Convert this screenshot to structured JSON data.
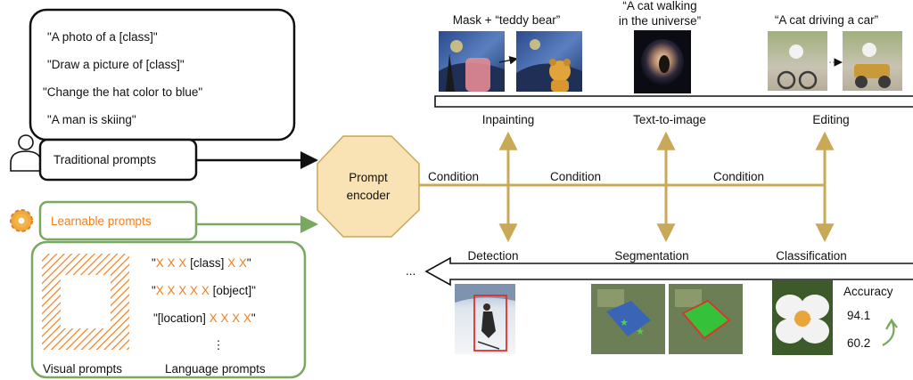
{
  "traditional": {
    "prompts": [
      "\"A photo of a [class]\"",
      "\"Draw a picture of [class]\"",
      "\"Change the hat color to blue\"",
      "\"A man is skiing\""
    ],
    "label": "Traditional prompts"
  },
  "learnable": {
    "label": "Learnable prompts",
    "visual_label": "Visual prompts",
    "language_label": "Language prompts",
    "ellipsis": "⋮",
    "language_prompts": [
      {
        "pre": "\"",
        "pre_x": "X X X",
        "mid": " [class] ",
        "post_x": "X X",
        "post": "\""
      },
      {
        "pre": "\"",
        "pre_x": "X X X X X",
        "mid": " [object]\"",
        "post_x": "",
        "post": ""
      },
      {
        "pre": "\"[location] ",
        "pre_x": "",
        "mid": "",
        "post_x": "X X X X",
        "post": "\""
      }
    ]
  },
  "encoder": {
    "line1": "Prompt",
    "line2": "encoder"
  },
  "conditions": [
    "Condition",
    "Condition",
    "Condition"
  ],
  "generative": {
    "tasks": [
      "Inpainting",
      "Text-to-image",
      "Editing"
    ],
    "captions": {
      "inpainting": "Mask + “teddy bear”",
      "t2i_line1": "“A cat walking",
      "t2i_line2": "in the universe”",
      "editing": "“A cat driving a car”"
    }
  },
  "discriminative": {
    "tasks": [
      "Detection",
      "Segmentation",
      "Classification"
    ],
    "more": "...",
    "accuracy_label": "Accuracy",
    "accuracy_values": [
      "94.1",
      "60.2"
    ]
  },
  "colors": {
    "gold": "#c9a858",
    "encoder_fill": "#f9e3b4",
    "green": "#79a85f",
    "orange": "#f07f1e",
    "black": "#111111"
  }
}
